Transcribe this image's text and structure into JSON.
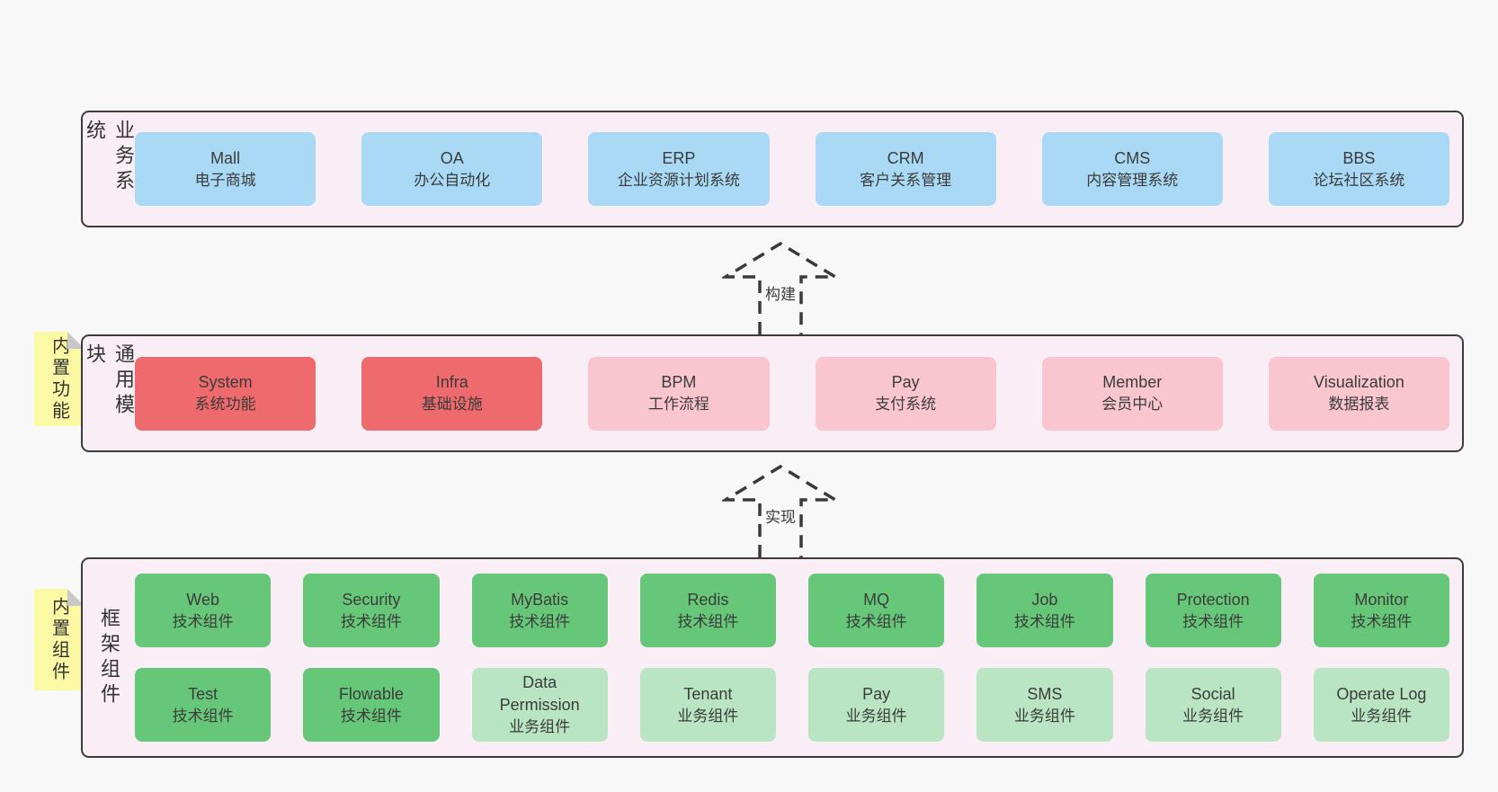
{
  "colors": {
    "page-bg": "#f8f8f8",
    "panel-bg": "#f9edf6",
    "panel-border": "#3c3c3c",
    "box-blue": "#a9d9f4",
    "box-red": "#ee6a6c",
    "box-pink": "#f9c5cf",
    "box-green": "#66c779",
    "box-green-light": "#b9e5c2",
    "sticky-yellow": "#fbf9a4",
    "sticky-fold": "#c8c8c8",
    "text": "#3b3b3b"
  },
  "arrows": [
    {
      "label": "构建",
      "direction": "up"
    },
    {
      "label": "实现",
      "direction": "up"
    }
  ],
  "stickies": [
    {
      "text": "内置功能"
    },
    {
      "text": "内置组件"
    }
  ],
  "sections": {
    "business": {
      "label": "业务系统",
      "boxes": [
        {
          "title": "Mall",
          "subtitle": "电子商城"
        },
        {
          "title": "OA",
          "subtitle": "办公自动化"
        },
        {
          "title": "ERP",
          "subtitle": "企业资源计划系统"
        },
        {
          "title": "CRM",
          "subtitle": "客户关系管理"
        },
        {
          "title": "CMS",
          "subtitle": "内容管理系统"
        },
        {
          "title": "BBS",
          "subtitle": "论坛社区系统"
        }
      ]
    },
    "modules": {
      "label": "通用模块",
      "boxes": [
        {
          "title": "System",
          "subtitle": "系统功能"
        },
        {
          "title": "Infra",
          "subtitle": "基础设施"
        },
        {
          "title": "BPM",
          "subtitle": "工作流程"
        },
        {
          "title": "Pay",
          "subtitle": "支付系统"
        },
        {
          "title": "Member",
          "subtitle": "会员中心"
        },
        {
          "title": "Visualization",
          "subtitle": "数据报表"
        }
      ]
    },
    "components": {
      "label": "框架组件",
      "rows": [
        [
          {
            "title": "Web",
            "subtitle": "技术组件"
          },
          {
            "title": "Security",
            "subtitle": "技术组件"
          },
          {
            "title": "MyBatis",
            "subtitle": "技术组件"
          },
          {
            "title": "Redis",
            "subtitle": "技术组件"
          },
          {
            "title": "MQ",
            "subtitle": "技术组件"
          },
          {
            "title": "Job",
            "subtitle": "技术组件"
          },
          {
            "title": "Protection",
            "subtitle": "技术组件"
          },
          {
            "title": "Monitor",
            "subtitle": "技术组件"
          }
        ],
        [
          {
            "title": "Test",
            "subtitle": "技术组件"
          },
          {
            "title": "Flowable",
            "subtitle": "技术组件"
          },
          {
            "title": "Data Permission",
            "subtitle": "业务组件"
          },
          {
            "title": "Tenant",
            "subtitle": "业务组件"
          },
          {
            "title": "Pay",
            "subtitle": "业务组件"
          },
          {
            "title": "SMS",
            "subtitle": "业务组件"
          },
          {
            "title": "Social",
            "subtitle": "业务组件"
          },
          {
            "title": "Operate Log",
            "subtitle": "业务组件"
          }
        ]
      ]
    }
  }
}
